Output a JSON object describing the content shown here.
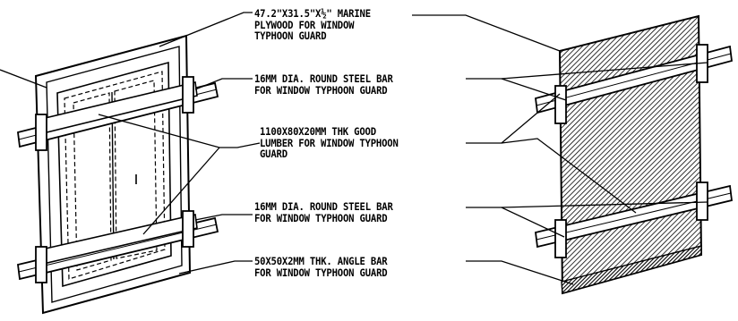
{
  "colors": {
    "ink": "#000000",
    "paper": "#ffffff"
  },
  "callouts": {
    "plywood": {
      "lines": [
        "47.2\"X31.5\"X½\" MARINE",
        "PLYWOOD FOR WINDOW",
        "TYPHOON GUARD"
      ]
    },
    "steel_bar_top": {
      "lines": [
        "16MM DIA. ROUND STEEL BAR",
        "FOR WINDOW TYPHOON GUARD"
      ]
    },
    "lumber": {
      "lines": [
        "1100X80X20MM THK GOOD",
        "LUMBER FOR WINDOW TYPHOON",
        "GUARD"
      ]
    },
    "steel_bar_bottom": {
      "lines": [
        "16MM DIA. ROUND STEEL BAR",
        "FOR WINDOW TYPHOON GUARD"
      ]
    },
    "angle_bar": {
      "lines": [
        "50X50X2MM THK. ANGLE BAR",
        "FOR WINDOW TYPHOON GUARD"
      ]
    }
  }
}
